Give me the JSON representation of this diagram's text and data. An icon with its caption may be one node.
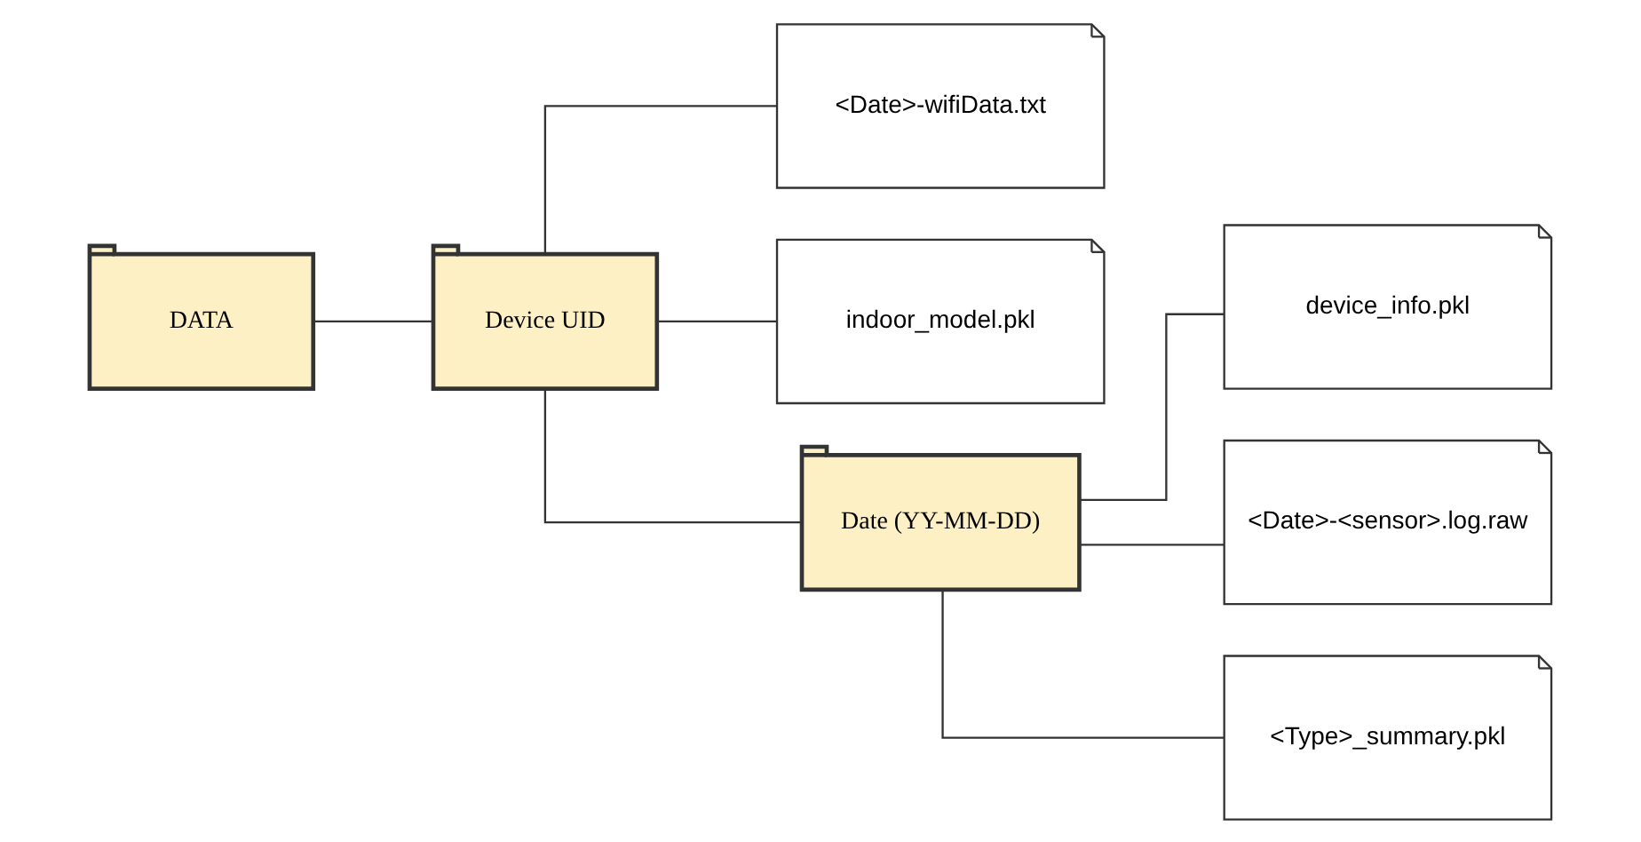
{
  "diagram": {
    "nodes": [
      {
        "text": [
          "DATA"
        ]
      },
      {
        "text": [
          "Device UID"
        ]
      },
      {
        "text": [
          "<Date>-wifiData.txt"
        ]
      },
      {
        "text": [
          "indoor_model.pkl"
        ]
      },
      {
        "text": [
          "Date (YY-MM-DD)"
        ]
      },
      {
        "text": [
          "device_info.pkl"
        ]
      },
      {
        "text": [
          "<Date>-<sensor>.log.raw"
        ]
      },
      {
        "text": [
          "<Type>_summary.pkl"
        ]
      }
    ],
    "edges": [
      {
        "from": 0,
        "to": 1,
        "arrow": "none"
      },
      {
        "from": 1,
        "to": 2,
        "arrow": "none"
      },
      {
        "from": 1,
        "to": 3,
        "arrow": "none"
      },
      {
        "from": 1,
        "to": 4,
        "arrow": "none"
      },
      {
        "from": 4,
        "to": 5,
        "arrow": "none"
      },
      {
        "from": 4,
        "to": 6,
        "arrow": "none"
      },
      {
        "from": 4,
        "to": 7,
        "arrow": "none"
      }
    ]
  }
}
